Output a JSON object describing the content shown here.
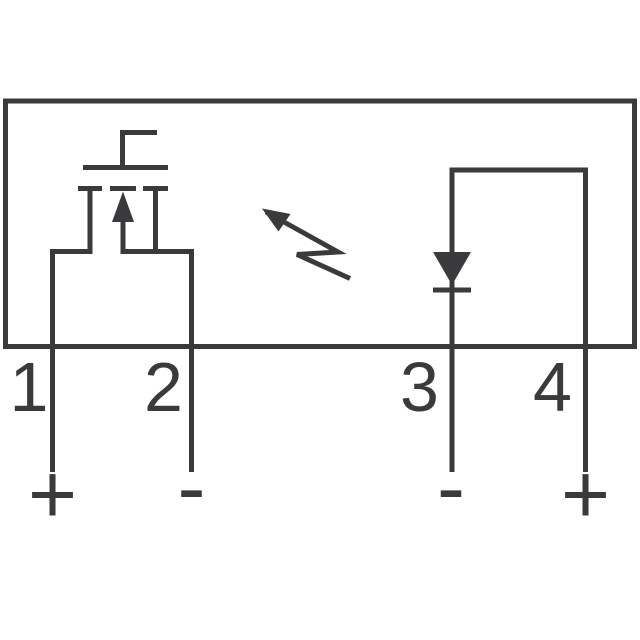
{
  "colors": {
    "line": "#3a3a3c",
    "background": "#ffffff"
  },
  "pins": [
    {
      "number": "1",
      "polarity": "+"
    },
    {
      "number": "2",
      "polarity": "-"
    },
    {
      "number": "3",
      "polarity": "-"
    },
    {
      "number": "4",
      "polarity": "+"
    }
  ]
}
